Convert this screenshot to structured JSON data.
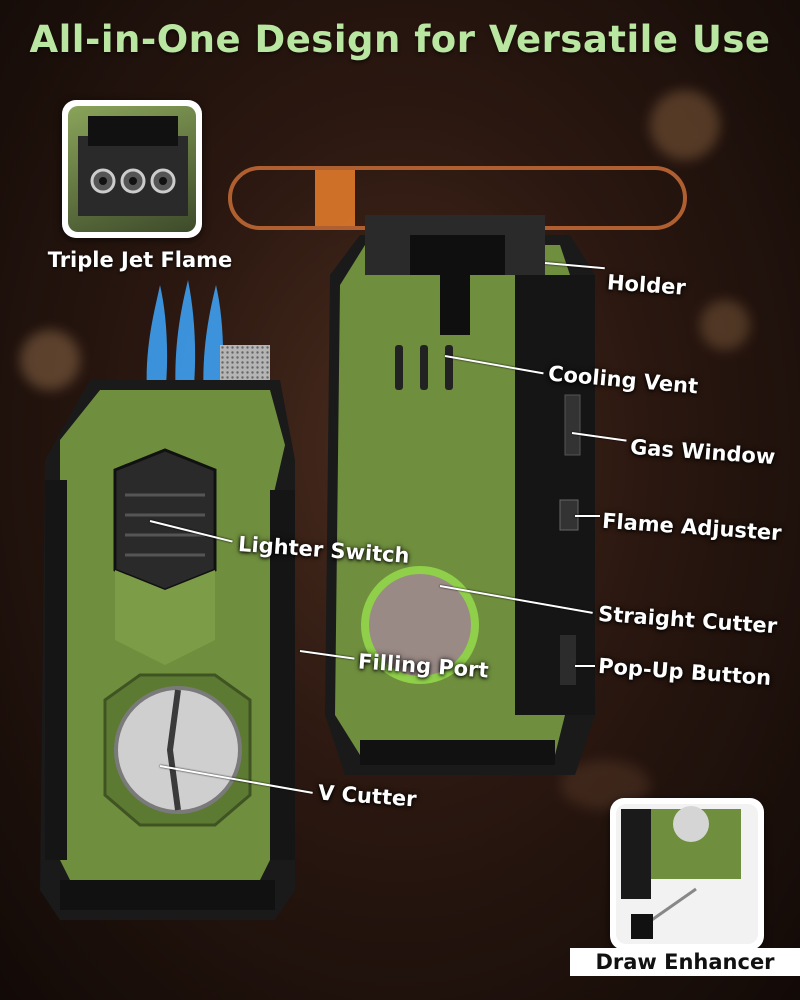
{
  "title": "All-in-One Design for Versatile Use",
  "colors": {
    "title": "#b9e6a0",
    "body_green": "#6f8f3e",
    "body_black": "#151515",
    "flame": "#3ea8ff"
  },
  "callouts": {
    "triple_jet": "Triple Jet Flame",
    "holder": "Holder",
    "cooling_vent": "Cooling Vent",
    "gas_window": "Gas Window",
    "flame_adjuster": "Flame Adjuster",
    "lighter_switch": "Lighter Switch",
    "straight_cutter": "Straight Cutter",
    "filling_port": "Filling Port",
    "pop_up_button": "Pop-Up Button",
    "v_cutter": "V Cutter",
    "draw_enhancer": "Draw Enhancer"
  }
}
